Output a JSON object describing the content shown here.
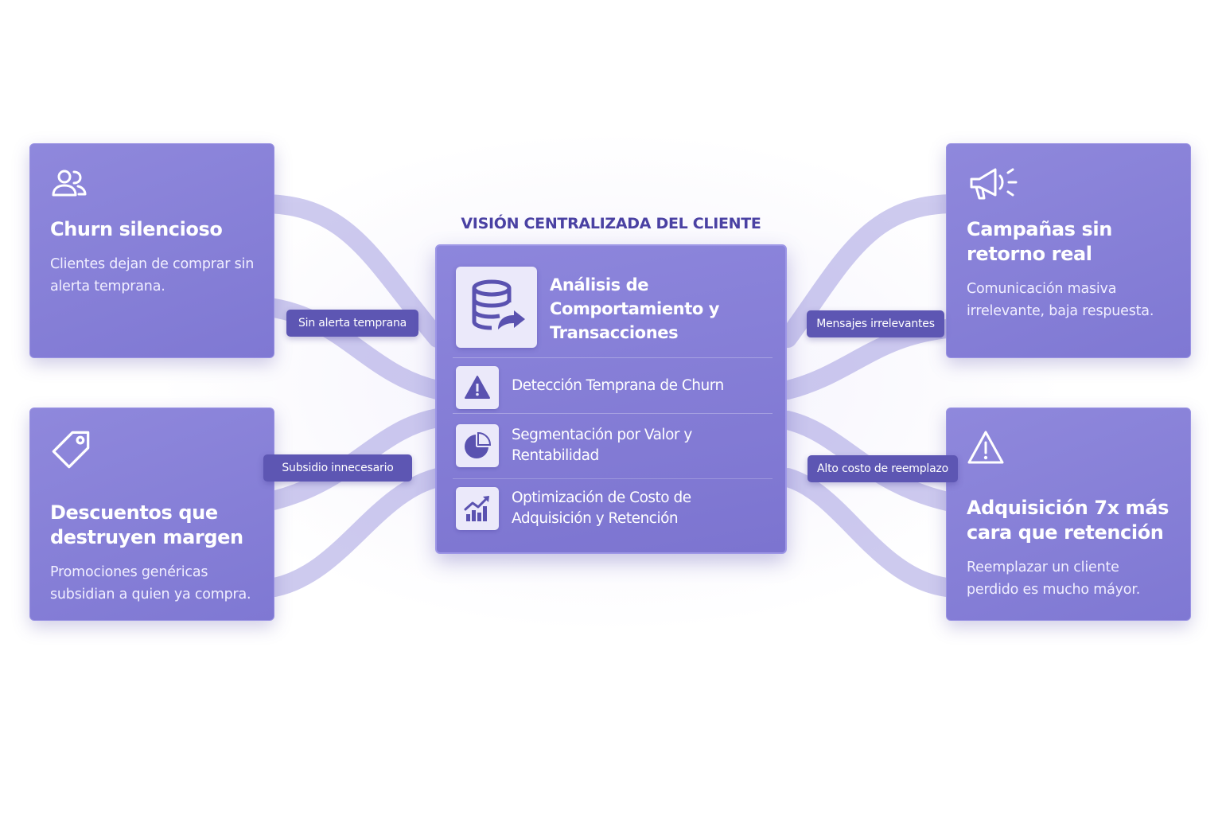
{
  "hub": {
    "heading": "VISIÓN CENTRALIZADA DEL CLIENTE",
    "main_title": "Análisis de Comportamiento y Transacciones",
    "main_icon": "database-arrow-icon",
    "rows": [
      {
        "label": "Detección Temprana de Churn",
        "icon": "warning-icon"
      },
      {
        "label": "Segmentación por Valor y Rentabilidad",
        "icon": "pie-chart-icon"
      },
      {
        "label": "Optimización de Costo de Adquisición y Retención",
        "icon": "growth-chart-icon"
      }
    ]
  },
  "cards": {
    "churn": {
      "title": "Churn silencioso",
      "description": "Clientes dejan de comprar sin alerta temprana.",
      "icon": "users-icon"
    },
    "descuentos": {
      "title": "Descuentos que destruyen margen",
      "description": "Promociones genéricas subsidian a quien ya compra.",
      "icon": "price-tag-icon"
    },
    "campanas": {
      "title": "Campañas sin retorno real",
      "description": "Comunicación masiva irrelevante, baja respuesta.",
      "icon": "megaphone-icon"
    },
    "adquisicion": {
      "title": "Adquisición 7x más cara que retención",
      "description": "Reemplazar un cliente perdido es mucho máyor.",
      "icon": "warning-icon"
    }
  },
  "connectors": {
    "sin_alerta": "Sin alerta temprana",
    "subsidio": "Subsidio innecesario",
    "mensajes": "Mensajes irrelevantes",
    "alto_costo": "Alto costo de reemplazo"
  },
  "colors": {
    "card": "#8a83d9",
    "hub": "#857ed8",
    "pill": "#5d56b3",
    "heading": "#4a41a3",
    "connector": "#8a83d9"
  }
}
